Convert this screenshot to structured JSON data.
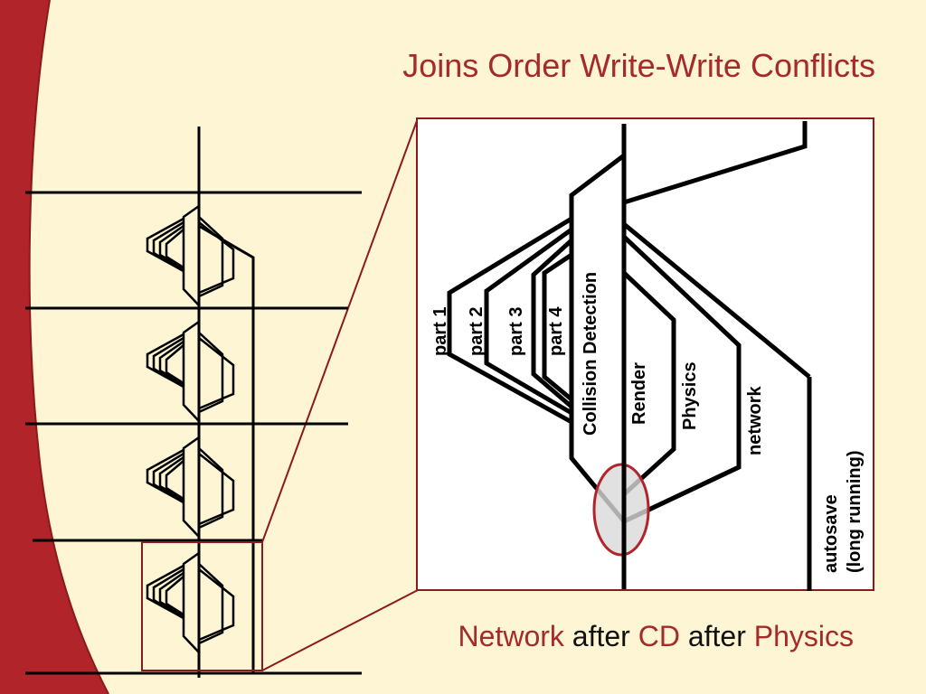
{
  "slide": {
    "title": "Joins Order Write-Write Conflicts",
    "caption": {
      "network": "Network",
      "after1": "after",
      "cd": "CD",
      "after2": "after",
      "physics": "Physics"
    }
  },
  "zoom": {
    "labels": {
      "part1": "part 1",
      "part2": "part 2",
      "part3": "part 3",
      "part4": "part 4",
      "collision": "Collision Detection",
      "render": "Render",
      "physics": "Physics",
      "network": "network",
      "autosave1": "autosave",
      "autosave2": "(long running)"
    }
  },
  "colors": {
    "accent": "#a52a2a",
    "sidebar": "#b0242a",
    "background": "#fdf5d3",
    "highlight_fill": "#d9d9d9"
  }
}
